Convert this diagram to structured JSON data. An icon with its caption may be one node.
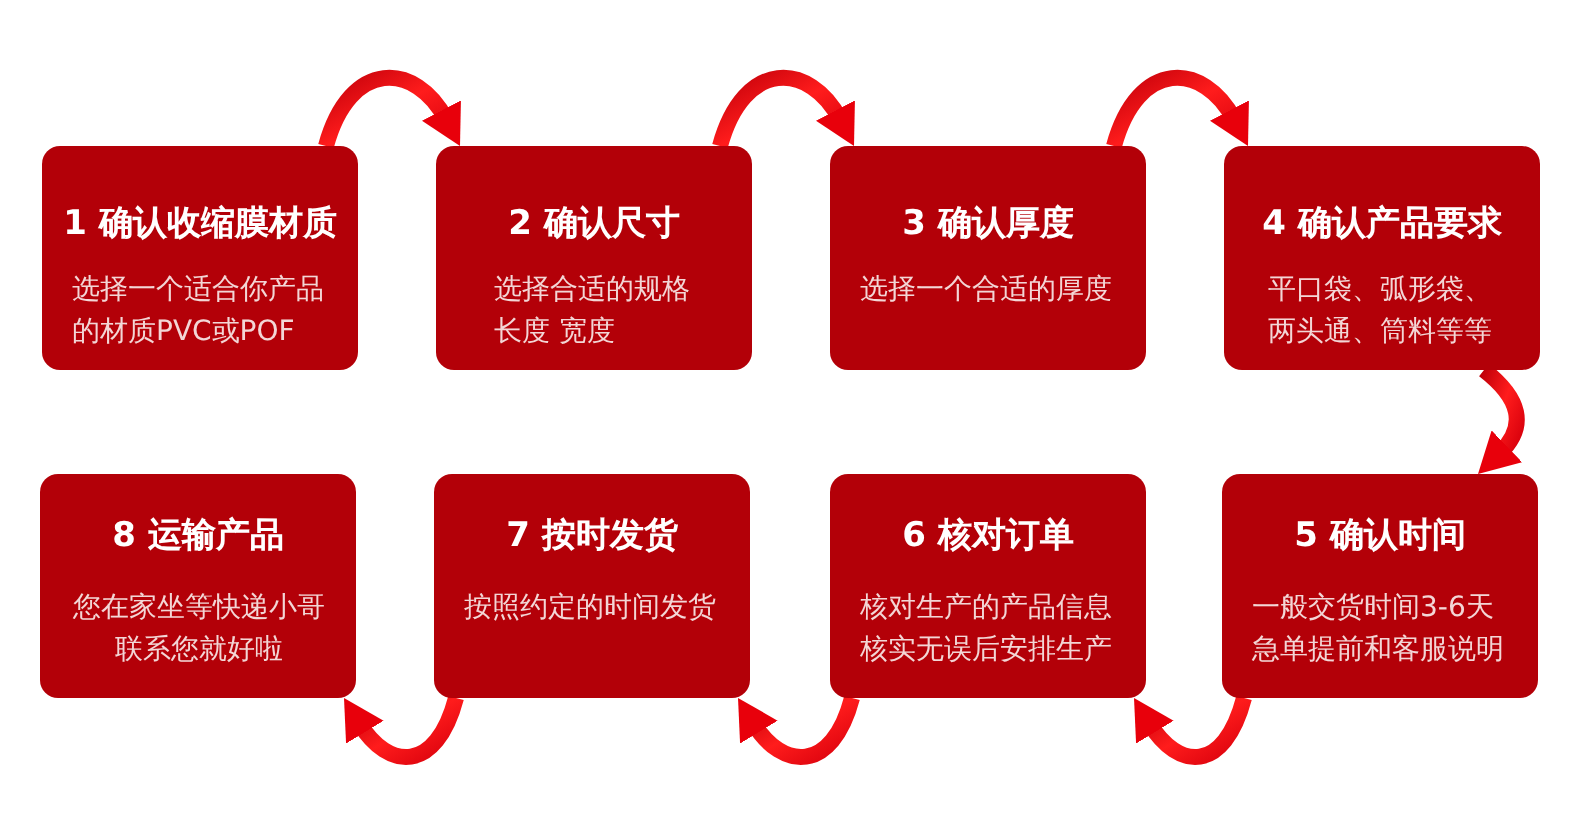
{
  "diagram": {
    "nodes": [
      {
        "text": [
          "1 确认收缩膜材质",
          "选择一个适合你产品的材质PVC或POF"
        ]
      },
      {
        "text": [
          "2 确认尺寸",
          "选择合适的规格长度 宽度"
        ]
      },
      {
        "text": [
          "3 确认厚度",
          "选择一个合适的厚度"
        ]
      },
      {
        "text": [
          "4 确认产品要求",
          "平口袋、弧形袋、两头通、筒料等等"
        ]
      },
      {
        "text": [
          "8 运输产品",
          "您在家坐等快递小哥联系您就好啦"
        ]
      },
      {
        "text": [
          "7 按时发货",
          "按照约定的时间发货"
        ]
      },
      {
        "text": [
          "6 核对订单",
          "核对生产的产品信息核实无误后安排生产"
        ]
      },
      {
        "text": [
          "5 确认时间",
          "一般交货时间3-6天急单提前和客服说明"
        ]
      }
    ],
    "edges": [
      {
        "from": 0,
        "to": 1,
        "arrow": "to"
      },
      {
        "from": 1,
        "to": 2,
        "arrow": "to"
      },
      {
        "from": 2,
        "to": 3,
        "arrow": "to"
      },
      {
        "from": 3,
        "to": 7,
        "arrow": "to"
      },
      {
        "from": 7,
        "to": 6,
        "arrow": "to"
      },
      {
        "from": 6,
        "to": 5,
        "arrow": "to"
      },
      {
        "from": 5,
        "to": 4,
        "arrow": "to"
      }
    ]
  }
}
